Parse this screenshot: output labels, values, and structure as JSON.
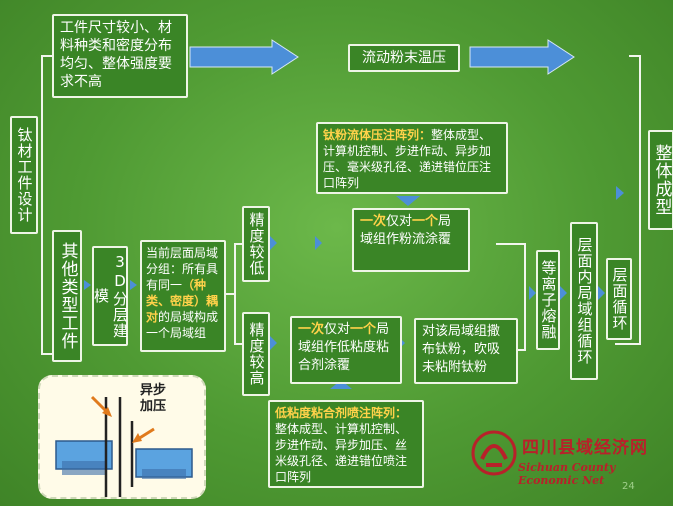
{
  "nodes": {
    "top_left": "工件尺寸较小、材料种类和密度分布均匀、整体强度要求不高",
    "top_mid": "流动粉末温压",
    "left_vertical": "钛材工件设计",
    "right_vertical": "整体成型",
    "other_types": "其他类型工件",
    "layer_model": "3D分层建模",
    "region_group_parts": [
      "当前层面局域分组：所有具有同一",
      "（种类、密度）",
      "耦对",
      "的局域构成一个局域组"
    ],
    "precision_low": "精度较低",
    "precision_high": "精度较高",
    "ti_array_title": "钛粉流体压注阵列：",
    "ti_array_body": "整体成型、计算机控制、步进作动、异步加压、毫米级孔径、递进错位压注口阵列",
    "once_flow_pre": "一次",
    "once_flow_mid": "仅对",
    "once_flow_one": "一个",
    "once_flow_rest": "局域组作粉流涂覆",
    "once_glue_pre": "一次",
    "once_glue_mid": "仅对",
    "once_glue_one": "一个",
    "once_glue_rest": "局域组作低粘度粘合剂涂覆",
    "scatter_ti": "对该局域组撒布钛粉，吹吸未粘附钛粉",
    "plasma": "等离子熔融",
    "layer_loop": "层面内局域组循环",
    "layer_cycle": "层面循环",
    "glue_array_title": "低粘度粘合剂喷注阵列：",
    "glue_array_body": "整体成型、计算机控制、步进作动、异步加压、丝米级孔径、递进错位喷注口阵列",
    "inset_label": "异步加压"
  },
  "logo": {
    "cn": "四川县域经济网",
    "en": "Sichuan County Economic Net"
  },
  "page_number": "24",
  "colors": {
    "background": "#56a13a",
    "box_fill": "#3a8526",
    "highlight": "#ffd24a",
    "arrow": "#4c8fd8",
    "logo_red": "#b8212a"
  }
}
